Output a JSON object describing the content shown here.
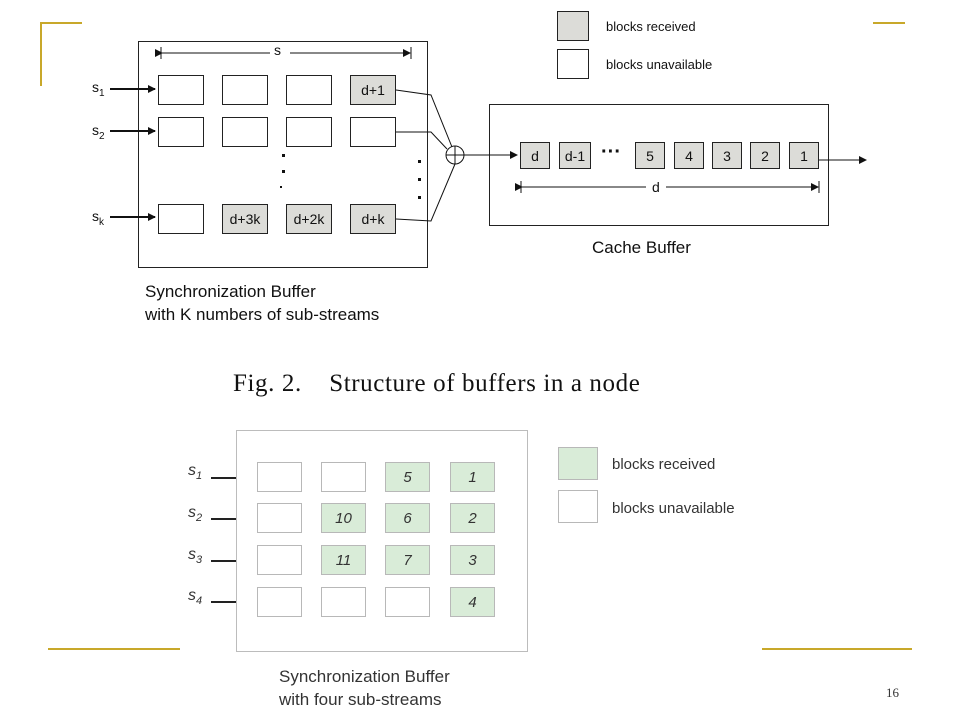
{
  "figure_caption": "Fig. 2.    Structure of buffers in a node",
  "page_number": "16",
  "top_diagram": {
    "legend": {
      "received": "blocks received",
      "unavailable": "blocks unavailable"
    },
    "sync_buffer": {
      "width_label": "s",
      "stream_labels": [
        {
          "base": "s",
          "sub": "1"
        },
        {
          "base": "s",
          "sub": "2"
        },
        {
          "base": "s",
          "sub": "k"
        }
      ],
      "rows": [
        [
          {
            "t": "",
            "r": false
          },
          {
            "t": "",
            "r": false
          },
          {
            "t": "",
            "r": false
          },
          {
            "t": "d+1",
            "r": true
          }
        ],
        [
          {
            "t": "",
            "r": false
          },
          {
            "t": "",
            "r": false
          },
          {
            "t": "",
            "r": false
          },
          {
            "t": "",
            "r": false
          }
        ],
        [
          {
            "t": "",
            "r": false
          },
          {
            "t": "d+3k",
            "r": true
          },
          {
            "t": "d+2k",
            "r": true
          },
          {
            "t": "d+k",
            "r": true
          }
        ]
      ],
      "caption_line1": "Synchronization Buffer",
      "caption_line2": "with K numbers of sub-streams"
    },
    "cache_buffer": {
      "blocks": [
        "d",
        "d-1",
        "5",
        "4",
        "3",
        "2",
        "1"
      ],
      "ellipsis": "···",
      "length_label": "d",
      "caption": "Cache Buffer"
    }
  },
  "bottom_diagram": {
    "legend": {
      "received": "blocks received",
      "unavailable": "blocks unavailable"
    },
    "stream_labels": [
      {
        "base": "s",
        "sub": "1"
      },
      {
        "base": "s",
        "sub": "2"
      },
      {
        "base": "s",
        "sub": "3"
      },
      {
        "base": "s",
        "sub": "4"
      }
    ],
    "rows": [
      [
        {
          "t": "",
          "r": false
        },
        {
          "t": "",
          "r": false
        },
        {
          "t": "5",
          "r": true
        },
        {
          "t": "1",
          "r": true
        }
      ],
      [
        {
          "t": "",
          "r": false
        },
        {
          "t": "10",
          "r": true
        },
        {
          "t": "6",
          "r": true
        },
        {
          "t": "2",
          "r": true
        }
      ],
      [
        {
          "t": "",
          "r": false
        },
        {
          "t": "11",
          "r": true
        },
        {
          "t": "7",
          "r": true
        },
        {
          "t": "3",
          "r": true
        }
      ],
      [
        {
          "t": "",
          "r": false
        },
        {
          "t": "",
          "r": false
        },
        {
          "t": "",
          "r": false
        },
        {
          "t": "4",
          "r": true
        }
      ]
    ],
    "caption_line1": "Synchronization Buffer",
    "caption_line2": "with four sub-streams"
  }
}
